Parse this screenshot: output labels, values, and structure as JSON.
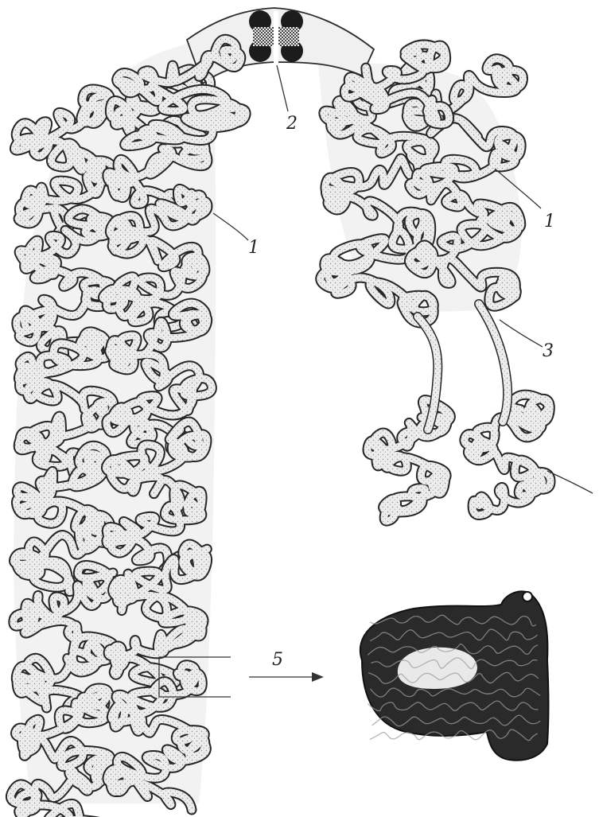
{
  "colors": {
    "background": "#ffffff",
    "chromatin_fill": "#ececec",
    "chromatin_stipple": "#9a9a9a",
    "outline": "#262626",
    "centromere_dark": "#1a1a1a",
    "condensed_fill": "#2a2a2a"
  },
  "labels": {
    "chromatid_left": "1",
    "centromere": "2",
    "chromatid_right": "1",
    "satellite_thread": "3",
    "magnification_arrow": "5"
  }
}
